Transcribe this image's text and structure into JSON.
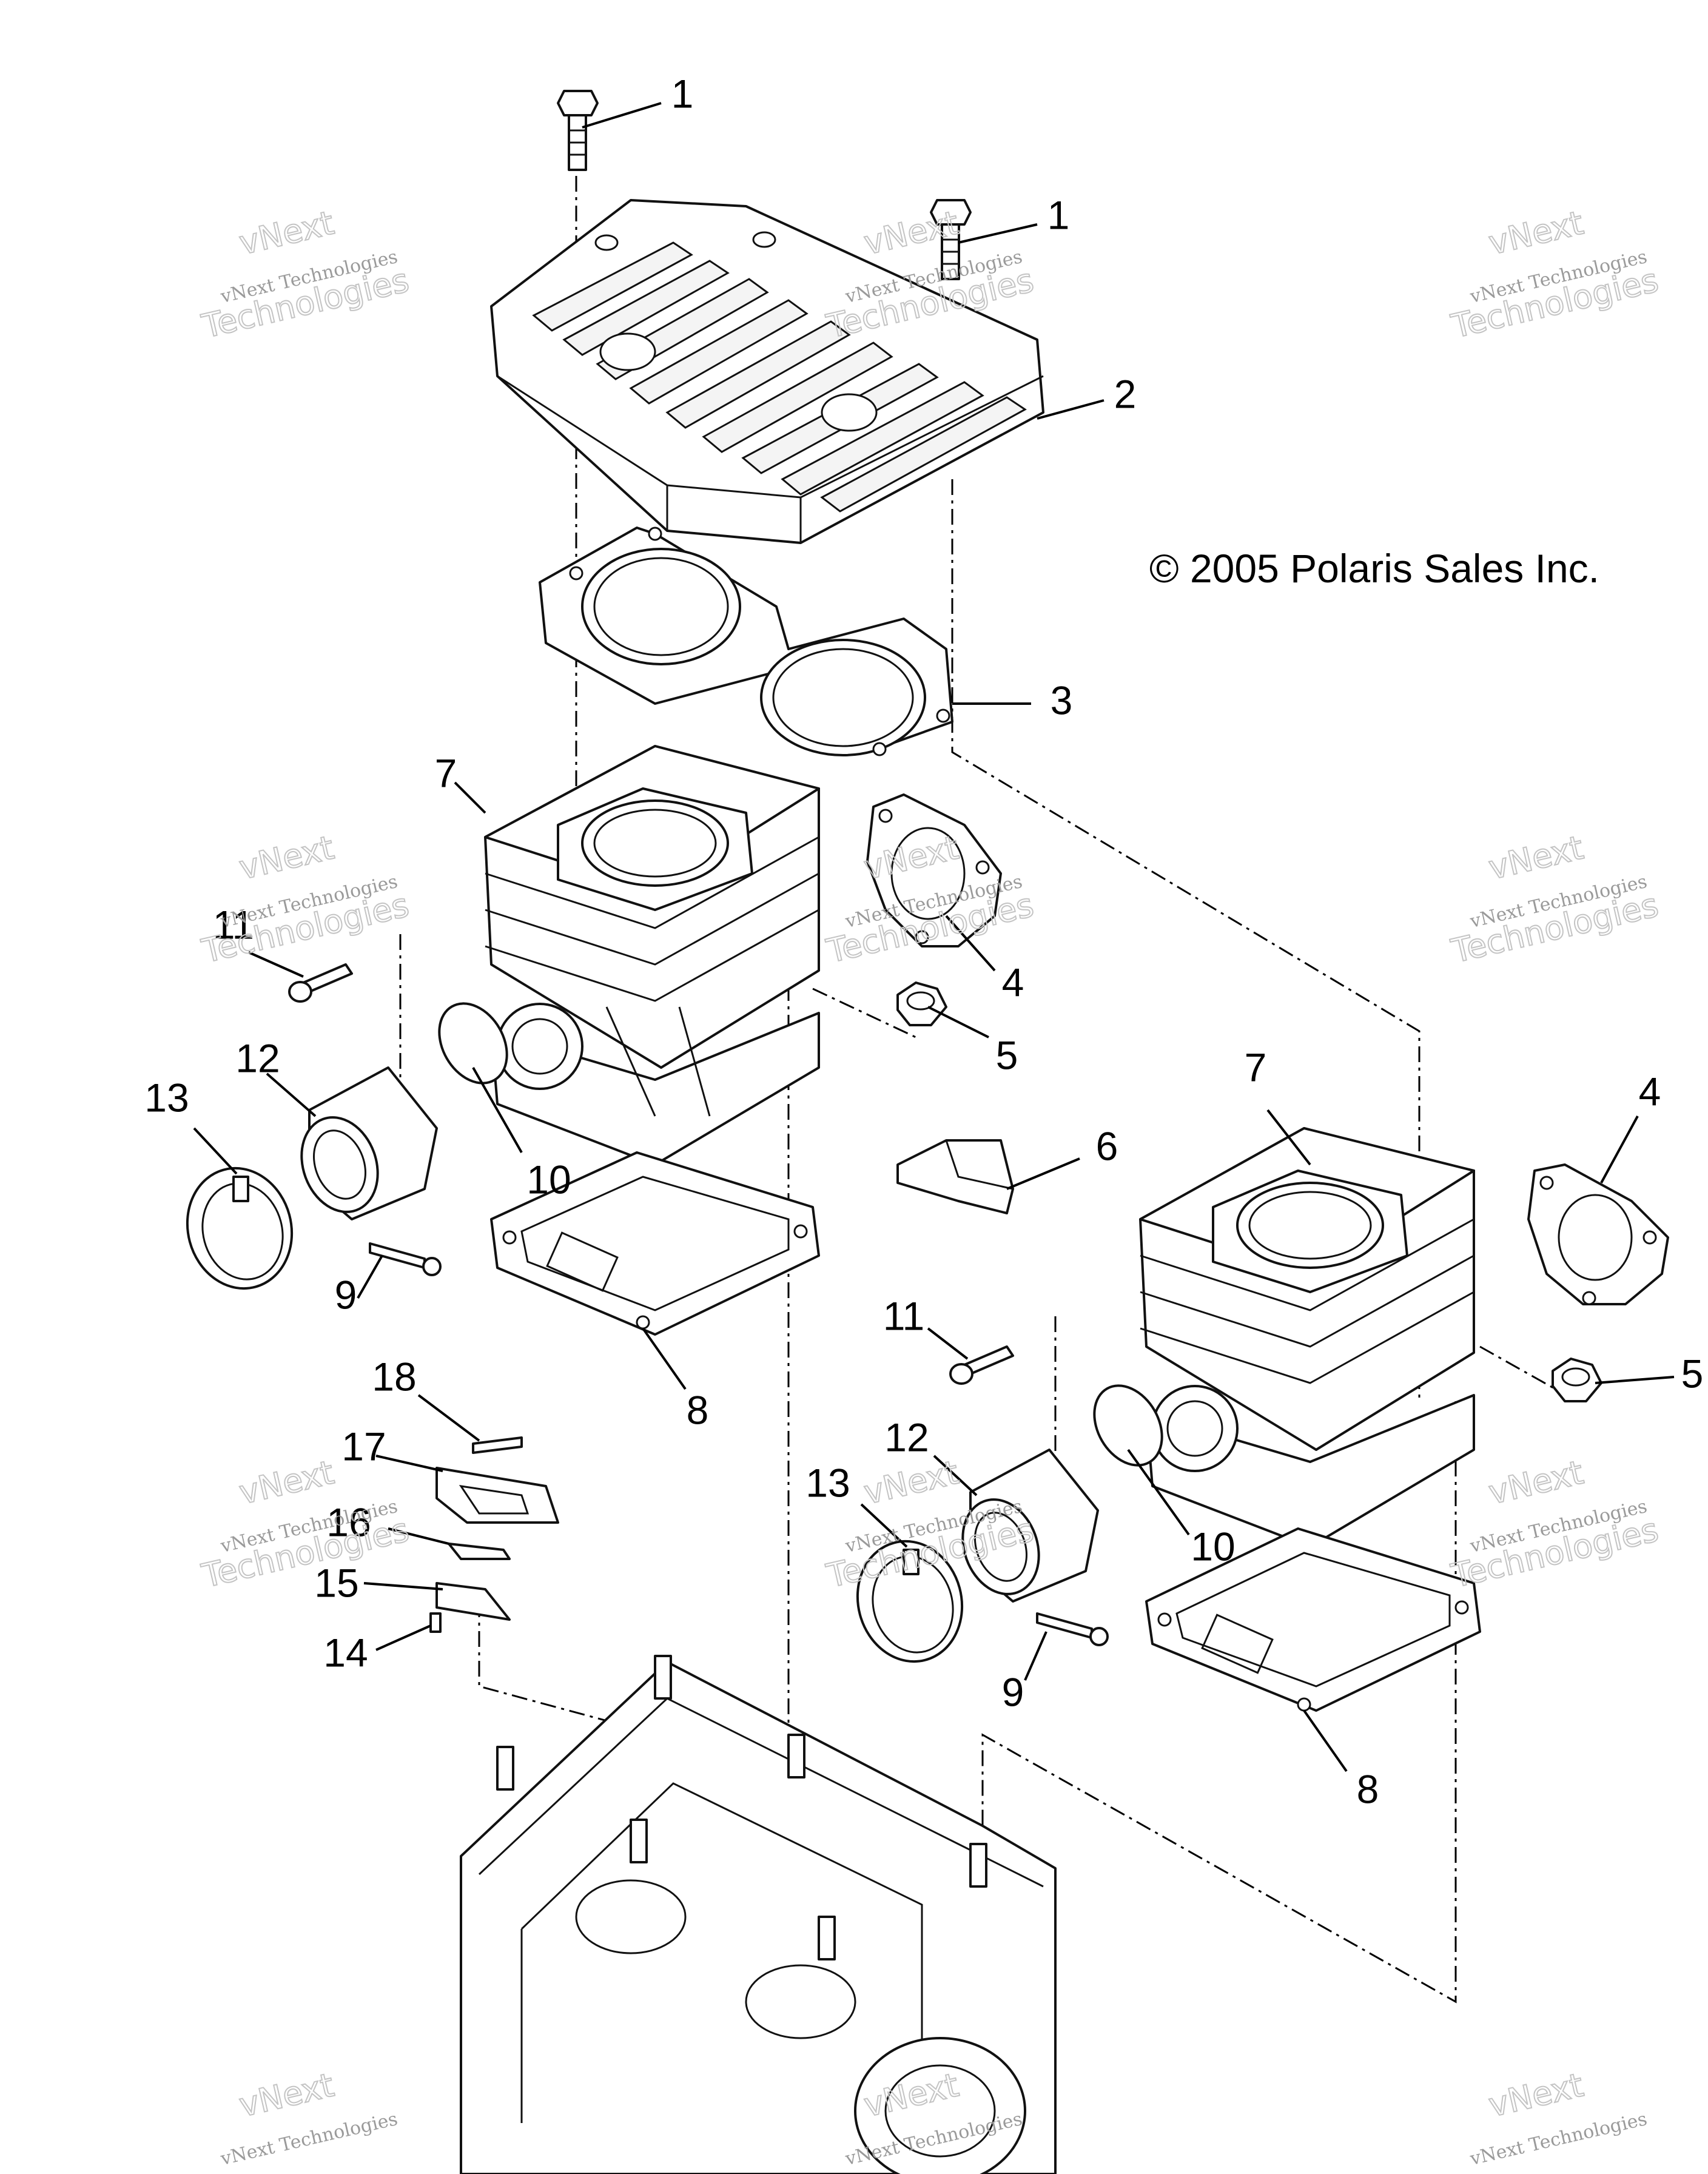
{
  "copyright": "© 2005 Polaris Sales Inc.",
  "watermark": {
    "line1": "vNext Technologies",
    "line2": "vNext",
    "line3": "Technologies"
  },
  "callouts": [
    {
      "id": "c1a",
      "label": "1"
    },
    {
      "id": "c1b",
      "label": "1"
    },
    {
      "id": "c2",
      "label": "2"
    },
    {
      "id": "c3",
      "label": "3"
    },
    {
      "id": "c4a",
      "label": "4"
    },
    {
      "id": "c4b",
      "label": "4"
    },
    {
      "id": "c5a",
      "label": "5"
    },
    {
      "id": "c5b",
      "label": "5"
    },
    {
      "id": "c6",
      "label": "6"
    },
    {
      "id": "c7a",
      "label": "7"
    },
    {
      "id": "c7b",
      "label": "7"
    },
    {
      "id": "c8a",
      "label": "8"
    },
    {
      "id": "c8b",
      "label": "8"
    },
    {
      "id": "c9a",
      "label": "9"
    },
    {
      "id": "c9b",
      "label": "9"
    },
    {
      "id": "c10a",
      "label": "10"
    },
    {
      "id": "c10b",
      "label": "10"
    },
    {
      "id": "c11a",
      "label": "11"
    },
    {
      "id": "c11b",
      "label": "11"
    },
    {
      "id": "c12a",
      "label": "12"
    },
    {
      "id": "c12b",
      "label": "12"
    },
    {
      "id": "c13a",
      "label": "13"
    },
    {
      "id": "c13b",
      "label": "13"
    },
    {
      "id": "c14",
      "label": "14"
    },
    {
      "id": "c15",
      "label": "15"
    },
    {
      "id": "c16",
      "label": "16"
    },
    {
      "id": "c17",
      "label": "17"
    },
    {
      "id": "c18",
      "label": "18"
    }
  ]
}
